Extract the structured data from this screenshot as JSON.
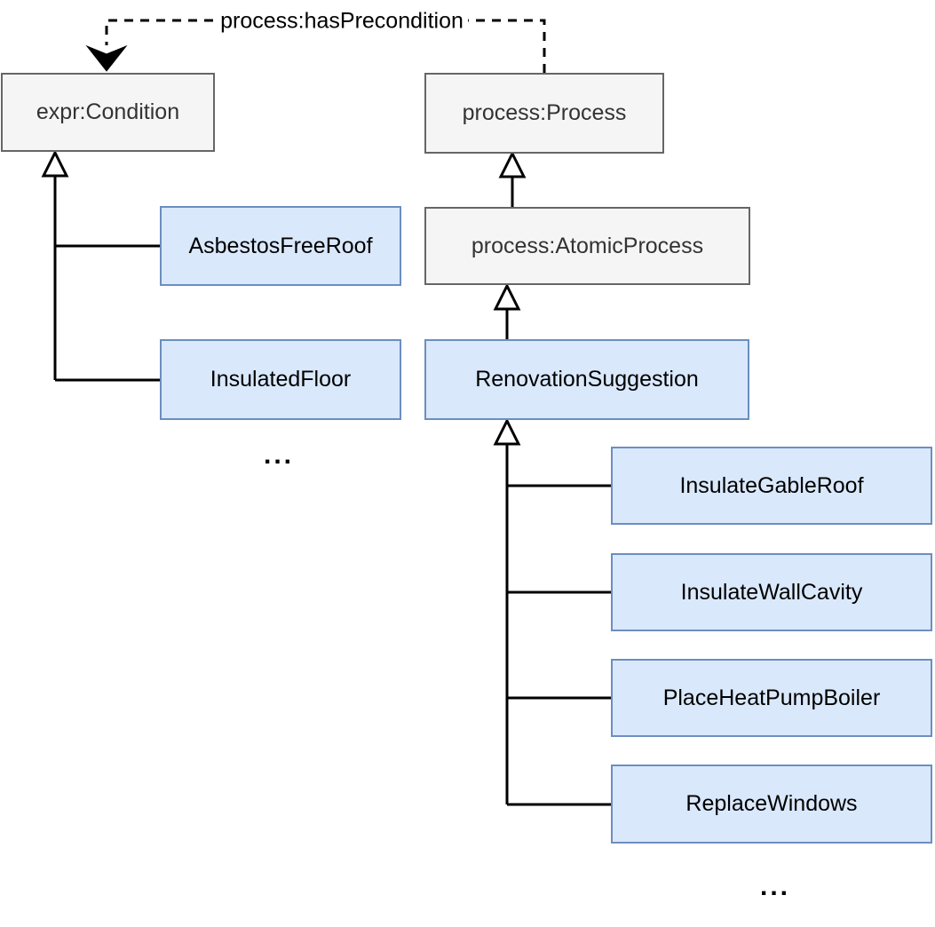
{
  "diagram_kind": "ontology-class-diagram",
  "colors": {
    "background": "#ffffff",
    "external_node_fill": "#f5f5f5",
    "external_node_border": "#666666",
    "external_node_text": "#333333",
    "domain_node_fill": "#dae8fc",
    "domain_node_border": "#6c8ebf",
    "domain_node_text": "#000000",
    "line": "#000000"
  },
  "edge": {
    "label": "process:hasPrecondition",
    "style": "dashed",
    "from": "process:Process",
    "to": "expr:Condition"
  },
  "nodes": [
    {
      "id": "expr-condition",
      "label": "expr:Condition",
      "kind": "external"
    },
    {
      "id": "process-process",
      "label": "process:Process",
      "kind": "external"
    },
    {
      "id": "process-atomic-process",
      "label": "process:AtomicProcess",
      "kind": "external"
    },
    {
      "id": "asbestos-free-roof",
      "label": "AsbestosFreeRoof",
      "kind": "domain"
    },
    {
      "id": "insulated-floor",
      "label": "InsulatedFloor",
      "kind": "domain"
    },
    {
      "id": "renovation-suggestion",
      "label": "RenovationSuggestion",
      "kind": "domain"
    },
    {
      "id": "insulate-gable-roof",
      "label": "InsulateGableRoof",
      "kind": "domain"
    },
    {
      "id": "insulate-wall-cavity",
      "label": "InsulateWallCavity",
      "kind": "domain"
    },
    {
      "id": "place-heat-pump-boiler",
      "label": "PlaceHeatPumpBoiler",
      "kind": "domain"
    },
    {
      "id": "replace-windows",
      "label": "ReplaceWindows",
      "kind": "domain"
    }
  ],
  "ellipsis": {
    "left": "...",
    "right": "..."
  }
}
